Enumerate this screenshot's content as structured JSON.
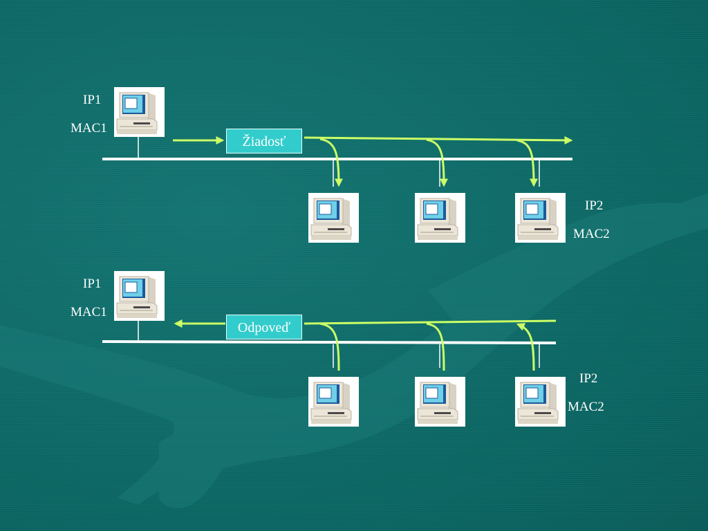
{
  "request_scene": {
    "sender": {
      "ip_label": "IP1",
      "mac_label": "MAC1"
    },
    "message_label": "Žiadosť",
    "target": {
      "ip_label": "IP2",
      "mac_label": "MAC2"
    }
  },
  "reply_scene": {
    "sender": {
      "ip_label": "IP1",
      "mac_label": "MAC1"
    },
    "message_label": "Odpoveď",
    "target": {
      "ip_label": "IP2",
      "mac_label": "MAC2"
    }
  },
  "icons": [
    "computer-icon"
  ],
  "colors": {
    "background": "#0d6a67",
    "arrow": "#ccff66",
    "bus": "#ffffff",
    "message_box": "#33cccc"
  }
}
